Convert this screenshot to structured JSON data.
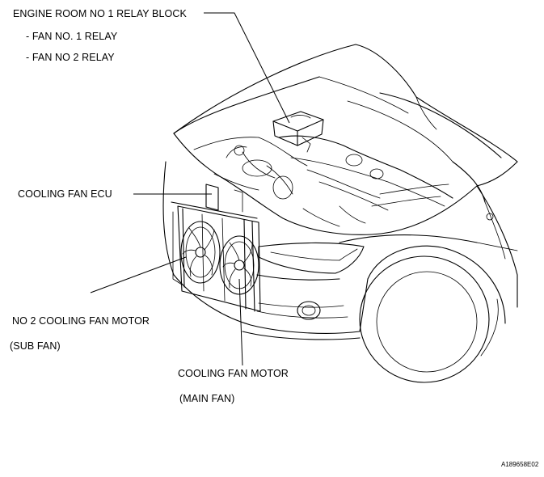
{
  "labels": {
    "relay_block": "ENGINE ROOM NO  1 RELAY BLOCK",
    "fan_relay_1": "- FAN NO. 1 RELAY",
    "fan_relay_2": "- FAN NO  2 RELAY",
    "cooling_fan_ecu": "COOLING FAN ECU",
    "sub_fan_motor": "NO  2 COOLING FAN MOTOR",
    "sub_fan": "(SUB FAN)",
    "main_fan_motor": "COOLING FAN MOTOR",
    "main_fan": "(MAIN FAN)"
  },
  "figure_code": "A189658E02"
}
